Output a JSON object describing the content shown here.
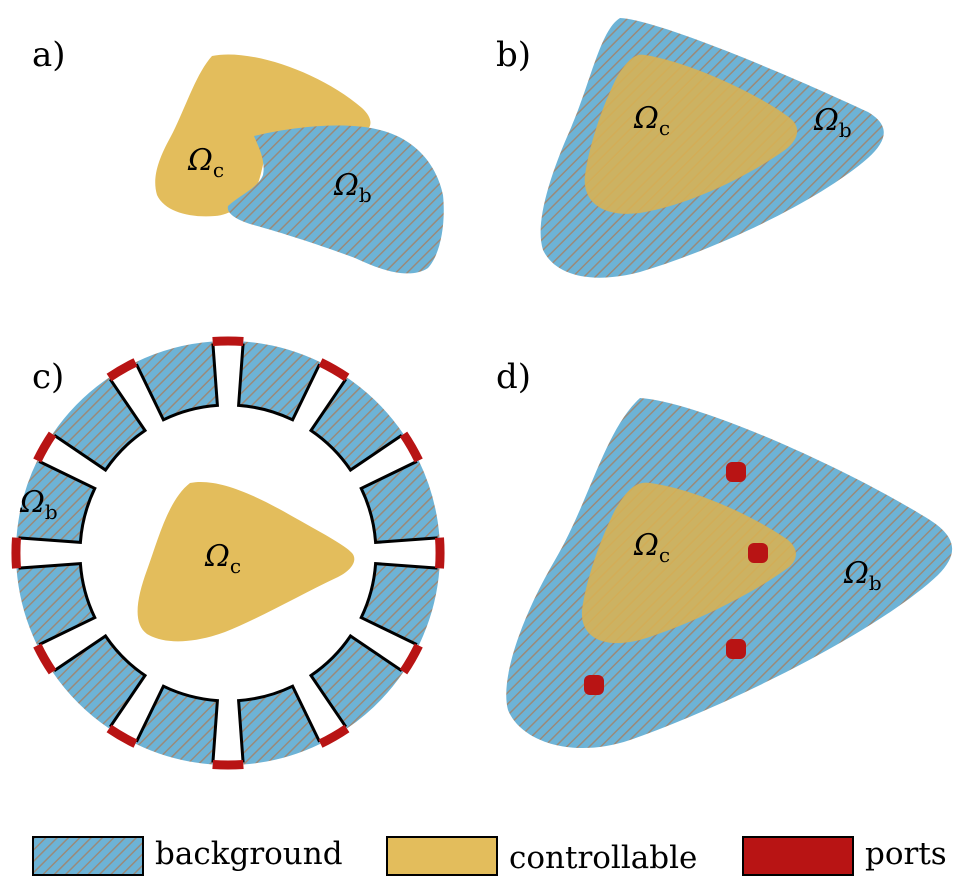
{
  "panels": {
    "a": {
      "label": "a)",
      "omega_c": "Ω",
      "omega_c_sub": "c",
      "omega_b": "Ω",
      "omega_b_sub": "b"
    },
    "b": {
      "label": "b)",
      "omega_c": "Ω",
      "omega_c_sub": "c",
      "omega_b": "Ω",
      "omega_b_sub": "b"
    },
    "c": {
      "label": "c)",
      "omega_c": "Ω",
      "omega_c_sub": "c",
      "omega_b": "Ω",
      "omega_b_sub": "b"
    },
    "d": {
      "label": "d)",
      "omega_c": "Ω",
      "omega_c_sub": "c",
      "omega_b": "Ω",
      "omega_b_sub": "b"
    }
  },
  "legend": {
    "background": "background",
    "controllable": "controllable",
    "ports": "ports"
  },
  "colors": {
    "background_fill": "#6db3d6",
    "background_hatch": "#9a8a7a",
    "controllable_fill": "#e3bd5c",
    "ports_fill": "#b81414",
    "outline": "#000000"
  }
}
